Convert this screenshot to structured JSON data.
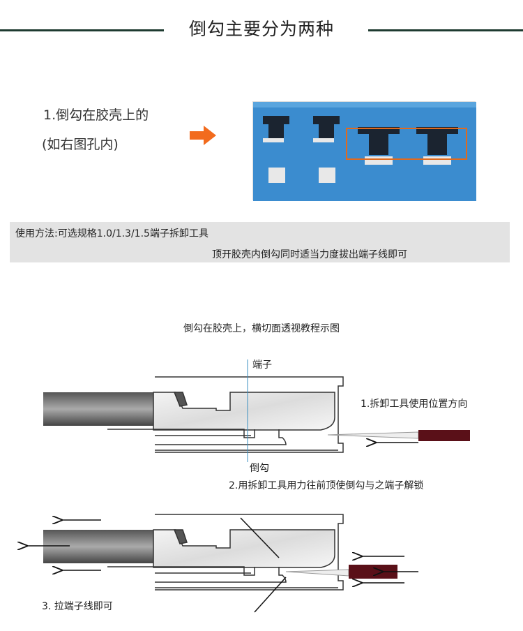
{
  "header": {
    "title": "倒勾主要分为两种"
  },
  "section1": {
    "line1": "1.倒勾在胶壳上的",
    "line2": "(如右图孔内)",
    "arrow_color": "#f26b1d"
  },
  "usage": {
    "line1": "使用方法:可选规格1.0/1.3/1.5端子拆卸工具",
    "line2": "顶开胶壳内倒勾同时适当力度拔出端子线即可"
  },
  "diagram": {
    "caption": "倒勾在胶壳上，横切面透视教程示图",
    "label_terminal": "端子",
    "label_barb": "倒勾",
    "step1": "1.拆卸工具使用位置方向",
    "step2": "2.用拆卸工具用力往前顶使倒勾与之端子解锁",
    "step3": "3. 拉端子线即可",
    "tool_color": "#5a1018"
  }
}
